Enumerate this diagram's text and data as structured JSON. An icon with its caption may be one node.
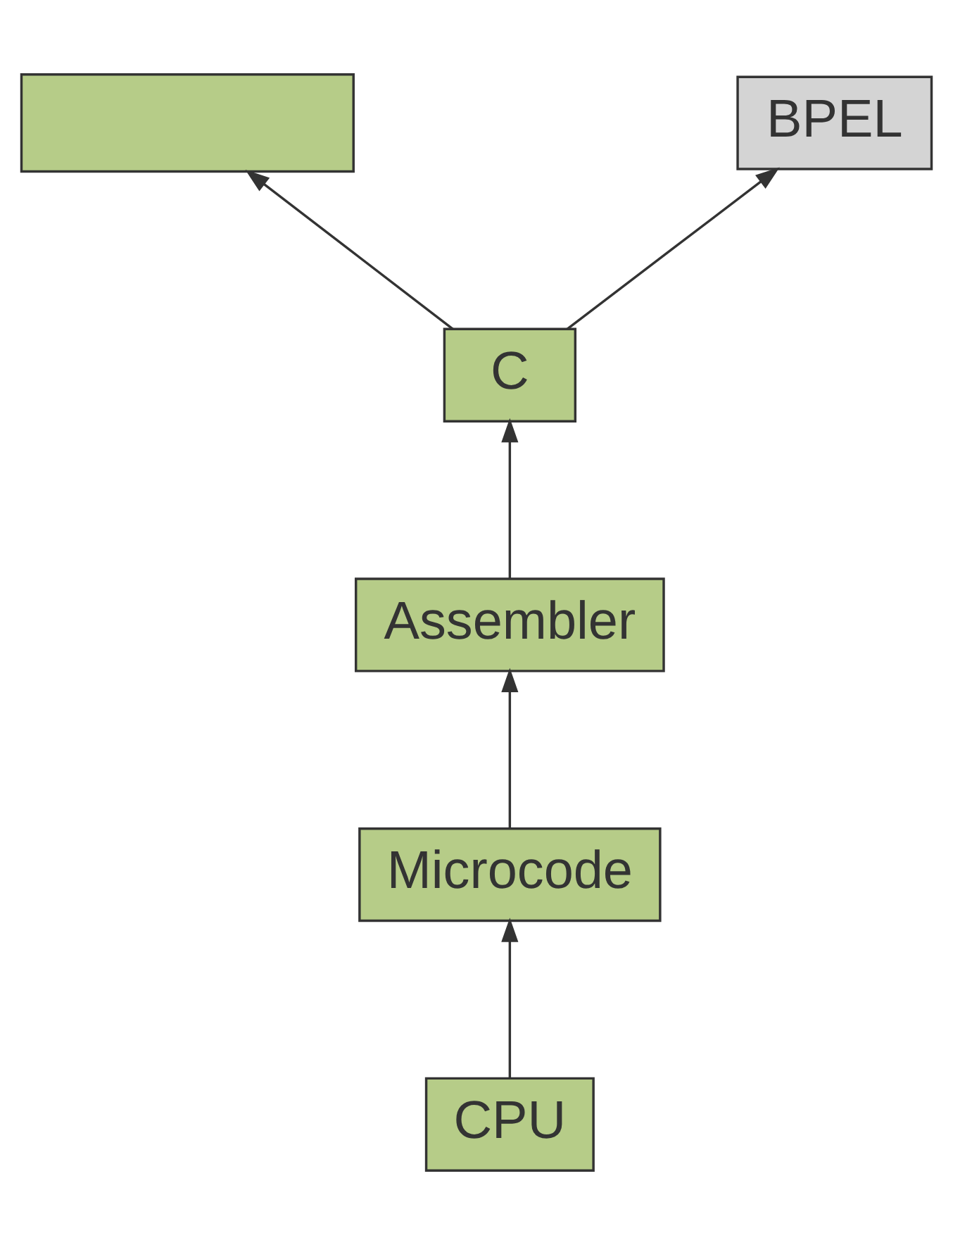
{
  "diagram": {
    "nodes": [
      {
        "text": [],
        "shape": "box"
      },
      {
        "text": [
          "BPEL"
        ]
      },
      {
        "text": [
          "C"
        ]
      },
      {
        "text": [
          "Assembler"
        ]
      },
      {
        "text": [
          "Microcode"
        ]
      },
      {
        "text": [
          "CPU"
        ]
      }
    ],
    "edges": [
      {
        "from": 2,
        "to": 0,
        "arrow": "to"
      },
      {
        "from": 2,
        "to": 1,
        "arrow": "to"
      },
      {
        "from": 3,
        "to": 2,
        "arrow": "to"
      },
      {
        "from": 4,
        "to": 3,
        "arrow": "to"
      },
      {
        "from": 5,
        "to": 4,
        "arrow": "to"
      }
    ]
  }
}
